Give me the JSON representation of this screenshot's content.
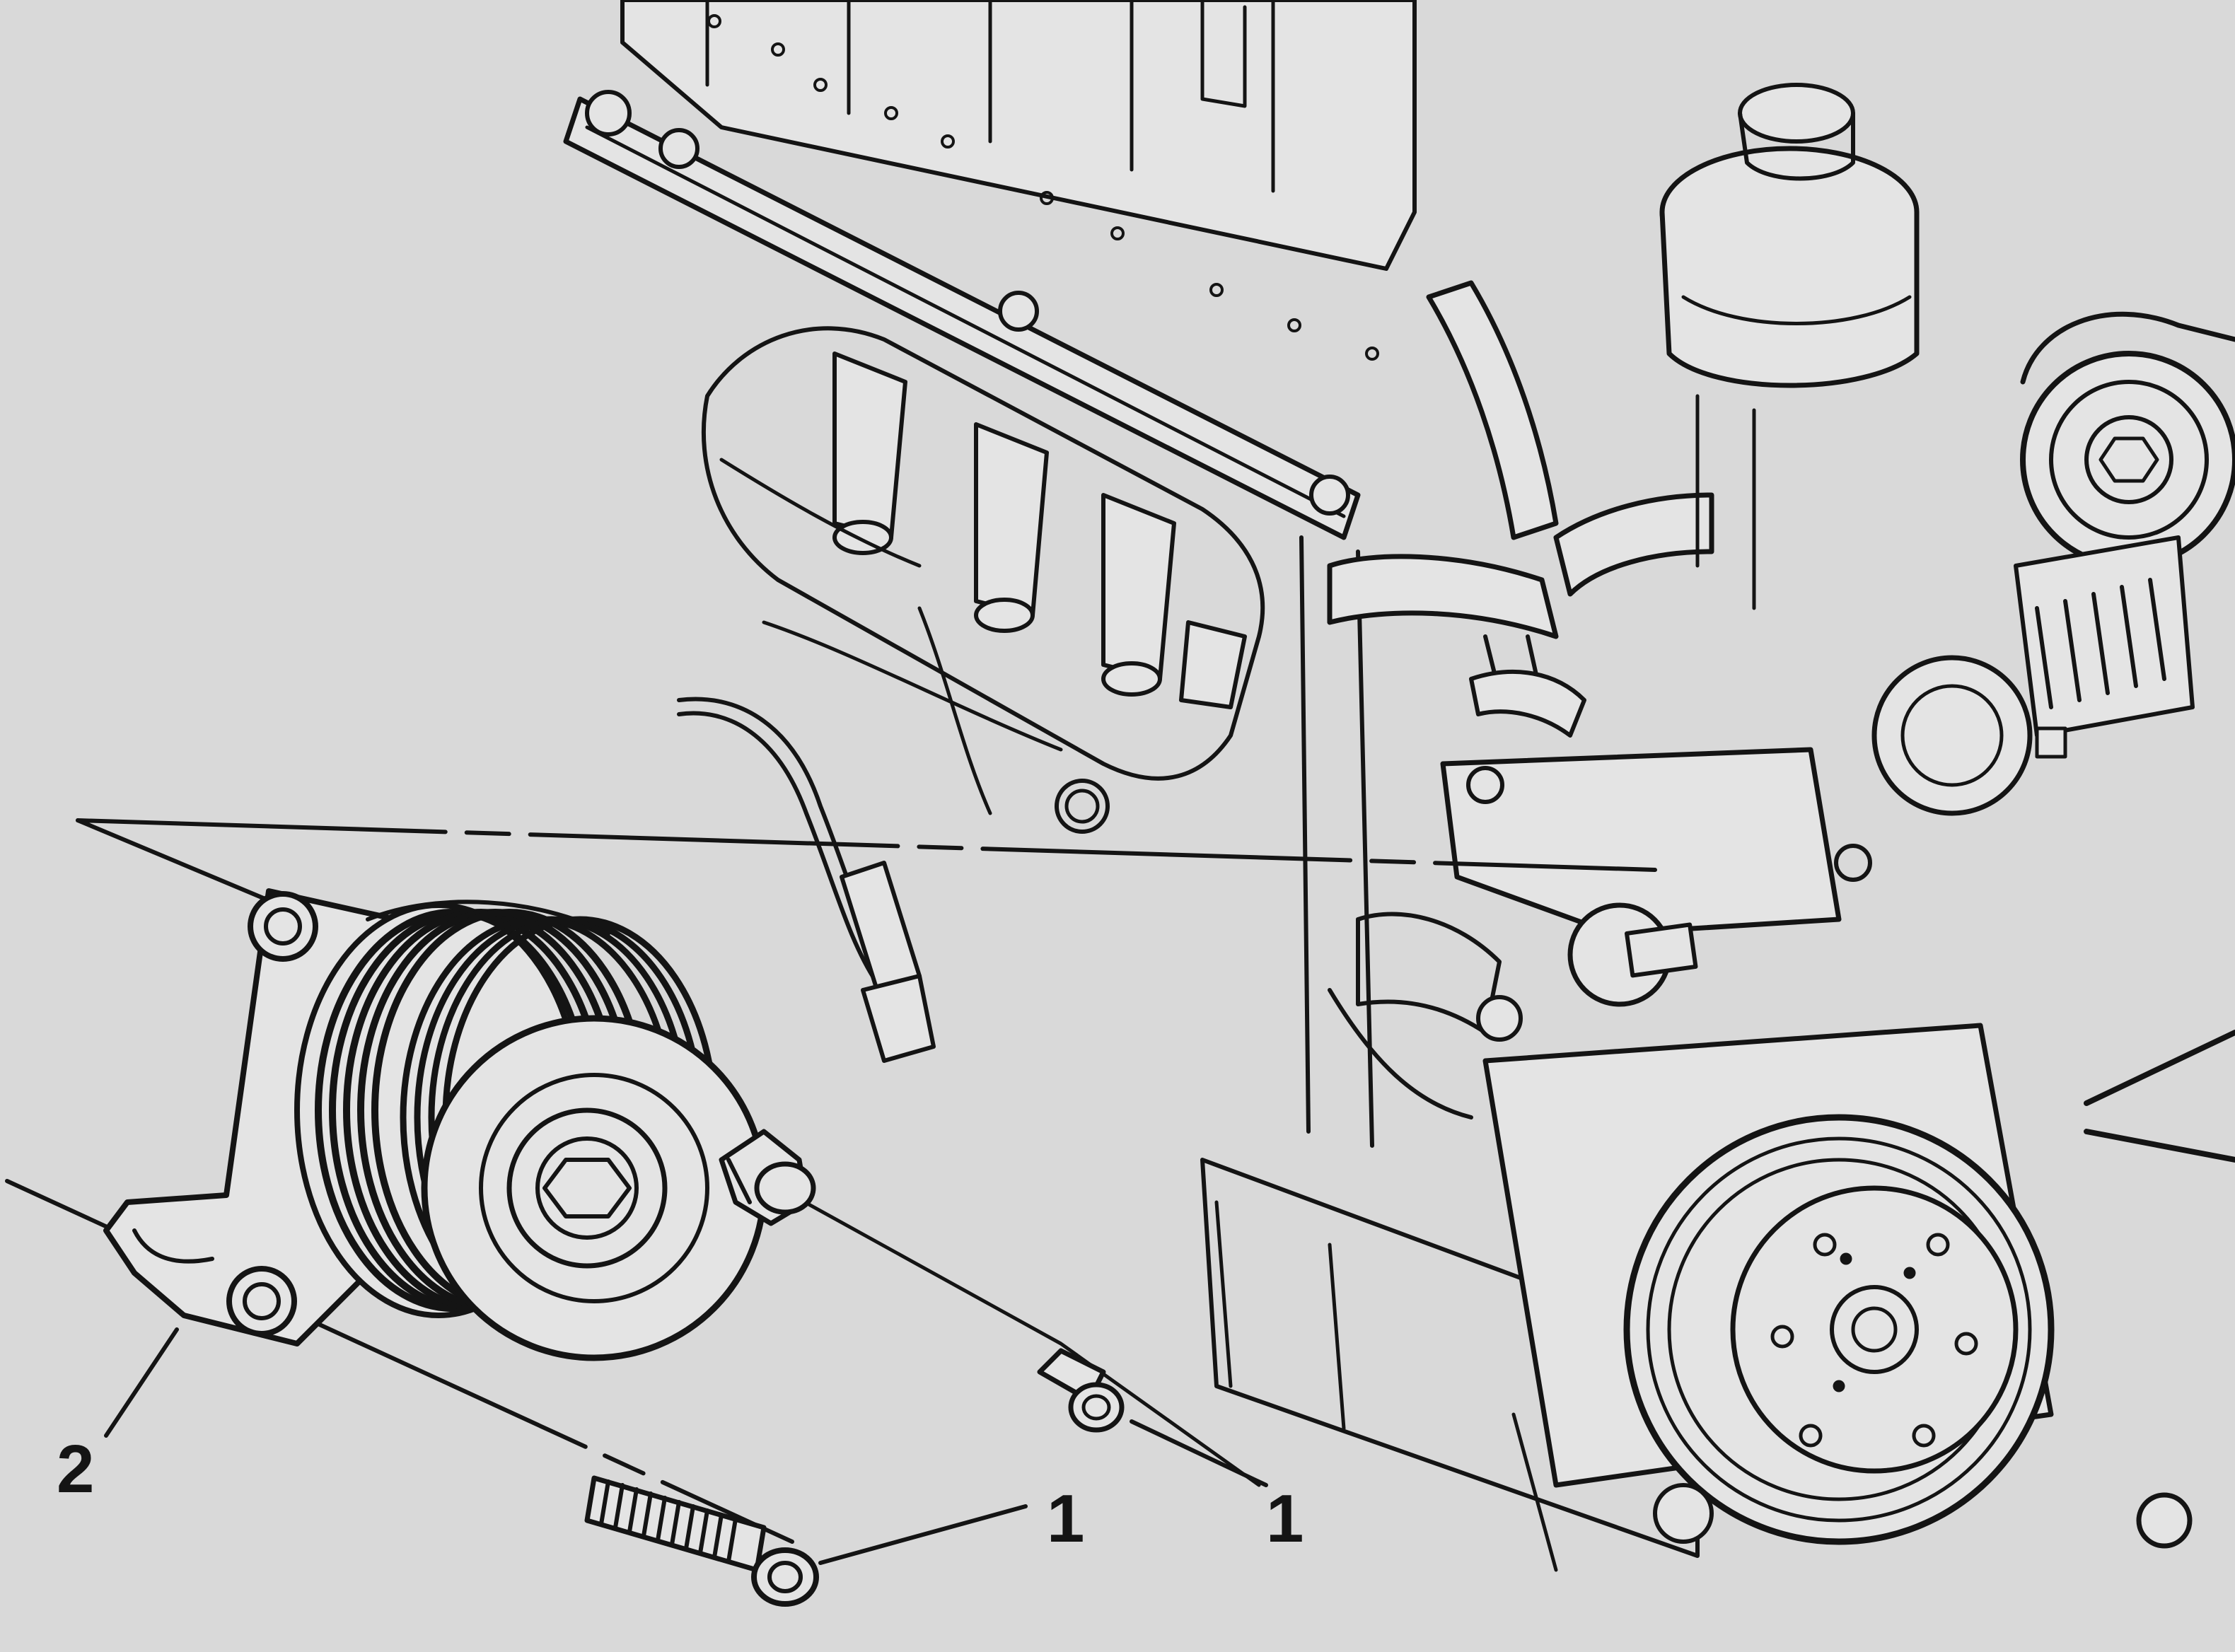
{
  "diagram": {
    "callouts": [
      {
        "id": "bolt-upper",
        "label": "1"
      },
      {
        "id": "bolt-lower",
        "label": "1"
      },
      {
        "id": "idler-bracket",
        "label": "2"
      }
    ]
  },
  "colors": {
    "background": "#d9d9d9",
    "ink": "#141414",
    "part_fill": "#e4e4e4"
  }
}
